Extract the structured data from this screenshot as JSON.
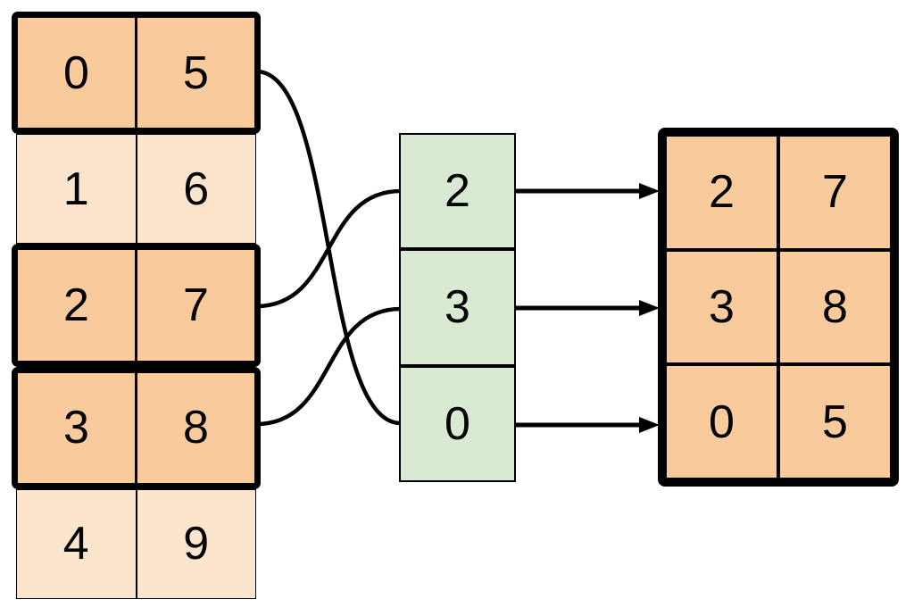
{
  "source_table": {
    "rows": [
      {
        "cells": [
          "0",
          "5"
        ],
        "highlighted": true
      },
      {
        "cells": [
          "1",
          "6"
        ],
        "highlighted": false
      },
      {
        "cells": [
          "2",
          "7"
        ],
        "highlighted": true
      },
      {
        "cells": [
          "3",
          "8"
        ],
        "highlighted": true
      },
      {
        "cells": [
          "4",
          "9"
        ],
        "highlighted": false
      }
    ]
  },
  "index_column": {
    "cells": [
      "2",
      "3",
      "0"
    ]
  },
  "result_table": {
    "rows": [
      {
        "cells": [
          "2",
          "7"
        ]
      },
      {
        "cells": [
          "3",
          "8"
        ]
      },
      {
        "cells": [
          "0",
          "5"
        ]
      }
    ]
  },
  "links": [
    {
      "from_source_row": "0 5",
      "to_index_value": "0"
    },
    {
      "from_source_row": "2 7",
      "to_index_value": "2"
    },
    {
      "from_source_row": "3 8",
      "to_index_value": "3"
    }
  ],
  "arrows": [
    {
      "from_index_value": "2",
      "to_result_row": "2 7"
    },
    {
      "from_index_value": "3",
      "to_result_row": "3 8"
    },
    {
      "from_index_value": "0",
      "to_result_row": "0 5"
    }
  ],
  "colors": {
    "highlight_fill": "#F9CB9C",
    "plain_fill": "#FCE5CD",
    "index_fill": "#D9EAD3",
    "stroke": "#000000",
    "background": "#FFFFFF"
  }
}
